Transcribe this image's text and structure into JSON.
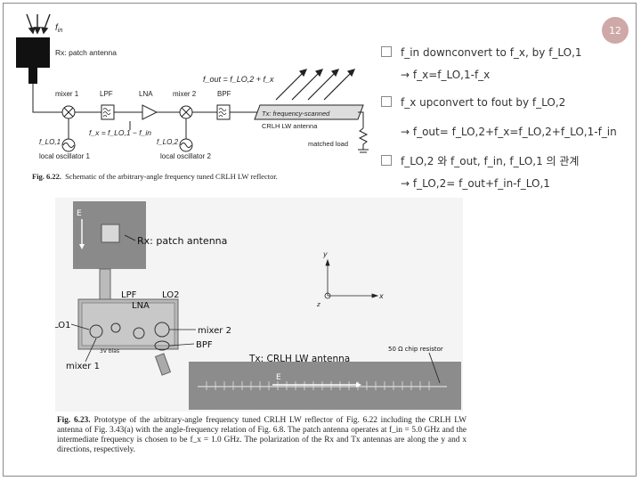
{
  "slide": {
    "page_number": "12"
  },
  "figure1": {
    "labels": {
      "fin": "f",
      "fin_sub": "in",
      "rx": "Rx: patch antenna",
      "mixer1": "mixer 1",
      "lpf": "LPF",
      "lna": "LNA",
      "mixer2": "mixer 2",
      "bpf": "BPF",
      "fout_eq": "f_out = f_LO,2 + f_x",
      "fx_eq": "f_x = f_LO,1 − f_in",
      "flo1": "f_LO,1",
      "flo2": "f_LO,2",
      "osc1": "local oscillator 1",
      "osc2": "local oscillator 2",
      "tx1": "Tx: frequency-scanned",
      "tx2": "CRLH LW antenna",
      "load": "matched load"
    },
    "caption_num": "Fig. 6.22.",
    "caption": "Schematic of the arbitrary-angle frequency tuned CRLH LW reflector."
  },
  "figure2": {
    "labels": {
      "e_top": "E",
      "rx": "Rx: patch antenna",
      "lpf": "LPF",
      "lo2": "LO2",
      "lna": "LNA",
      "lo1": "LO1",
      "mixer2": "mixer 2",
      "bpf": "BPF",
      "bias": "3V bias",
      "mixer1": "mixer 1",
      "tx": "Tx: CRLH LW antenna",
      "resistor": "50 Ω chip resistor",
      "e_bottom": "E",
      "axis_y": "y",
      "axis_x": "x",
      "axis_z": "z"
    },
    "caption_num": "Fig. 6.23.",
    "caption": "Prototype of the arbitrary-angle frequency tuned CRLH LW reflector of Fig. 6.22 including the CRLH LW antenna of Fig. 3.43(a) with the angle-frequency relation of Fig. 6.8. The patch antenna operates at f_in = 5.0 GHz and the intermediate frequency is chosen to be f_x = 1.0 GHz. The polarization of the Rx and Tx antennas are along the y and x directions, respectively."
  },
  "notes": [
    {
      "bullet": "f_in downconvert to f_x, by f_LO,1",
      "sub": "→ f_x=f_LO,1-f_x"
    },
    {
      "bullet": "f_x upconvert to fout by f_LO,2",
      "sub": "→ f_out= f_LO,2+f_x=f_LO,2+f_LO,1-f_in"
    },
    {
      "bullet": "f_LO,2 와 f_out, f_in, f_LO,1 의 관계",
      "sub": "→ f_LO,2= f_out+f_in-f_LO,1"
    }
  ]
}
